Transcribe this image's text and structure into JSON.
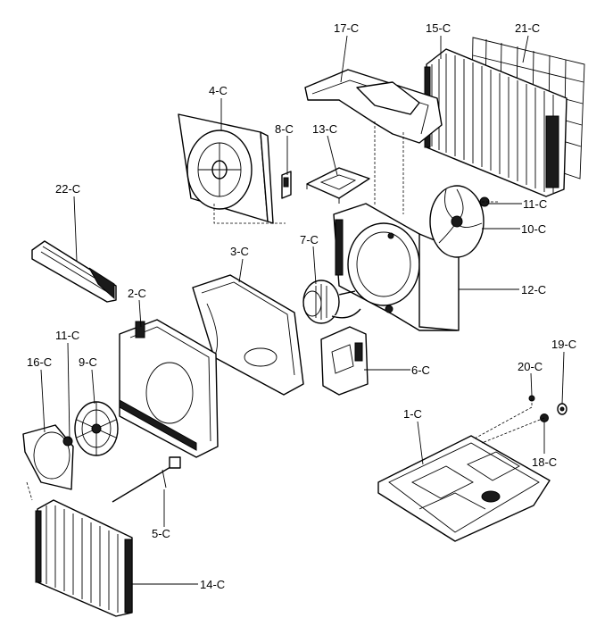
{
  "labels": {
    "p1": "1-C",
    "p2": "2-C",
    "p3": "3-C",
    "p4": "4-C",
    "p5": "5-C",
    "p6": "6-C",
    "p7": "7-C",
    "p8": "8-C",
    "p9": "9-C",
    "p10": "10-C",
    "p11a": "11-C",
    "p11b": "11-C",
    "p12": "12-C",
    "p13": "13-C",
    "p14": "14-C",
    "p15": "15-C",
    "p16": "16-C",
    "p17": "17-C",
    "p18": "18-C",
    "p19": "19-C",
    "p20": "20-C",
    "p21": "21-C",
    "p22": "22-C"
  }
}
